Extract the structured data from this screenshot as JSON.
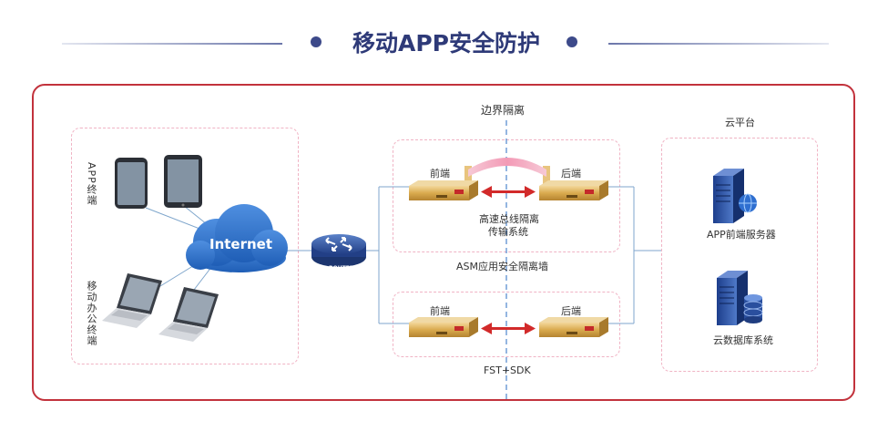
{
  "title": "移动APP安全防护",
  "colors": {
    "frame": "#c2323c",
    "title": "#2e3a78",
    "dash_pink": "#f0b3c4",
    "line_blue": "#7fa6cc",
    "arrow_red": "#d22a2a"
  },
  "labels": {
    "boundary": "边界隔离",
    "cloud_platform": "云平台",
    "app_terminal": "APP终端",
    "mobile_office": "移动办公终端",
    "internet": "Internet",
    "router": "ROUTER",
    "front_top": "前端",
    "back_top": "后端",
    "bus_line1": "高速总线隔离",
    "bus_line2": "传输系统",
    "asm": "ASM应用安全隔离墙",
    "front_bottom": "前端",
    "back_bottom": "后端",
    "fst": "FST+SDK",
    "app_server": "APP前端服务器",
    "cloud_db": "云数据库系统"
  },
  "icons": [
    "smartphone-icon",
    "tablet-icon",
    "laptop-icon",
    "cloud-icon",
    "router-icon",
    "server-appliance-icon",
    "tower-server-icon",
    "database-icon",
    "double-arrow-icon"
  ]
}
